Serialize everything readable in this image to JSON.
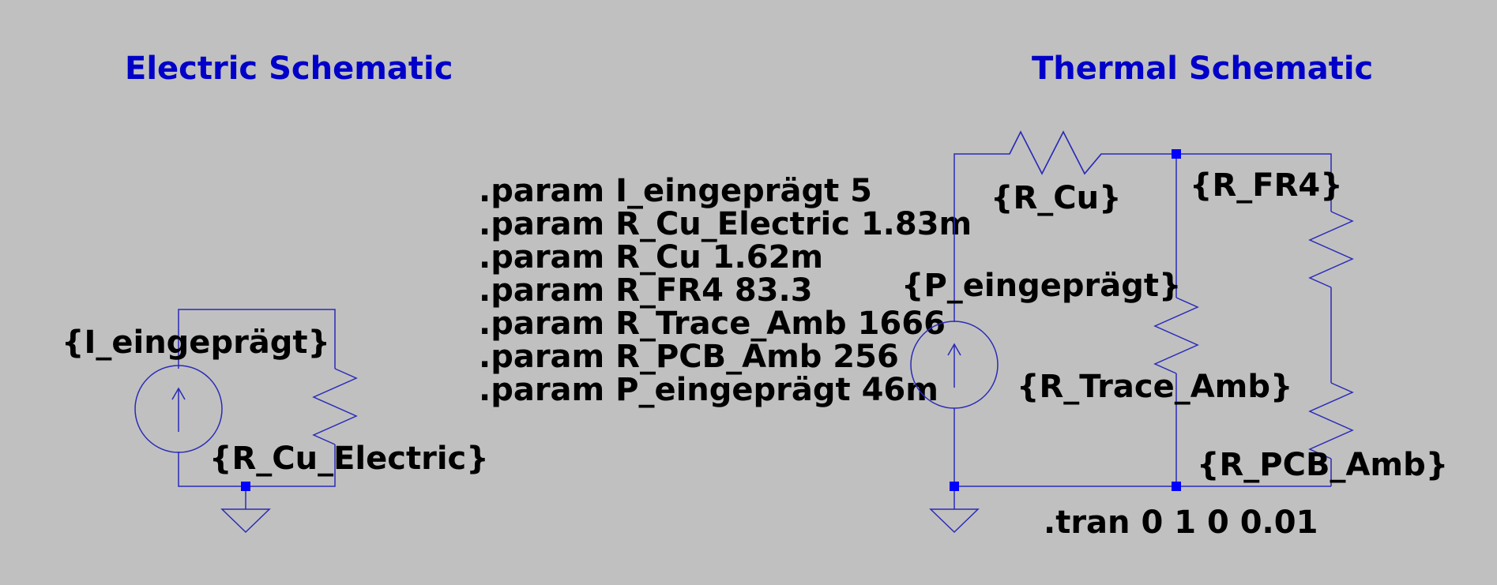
{
  "electric": {
    "title": "Electric Schematic",
    "source_label": "{I_eingeprägt}",
    "resistor_label": "{R_Cu_Electric}"
  },
  "thermal": {
    "title": "Thermal Schematic",
    "r_cu_label": "{R_Cu}",
    "r_fr4_label": "{R_FR4}",
    "source_label": "{P_eingeprägt}",
    "r_trace_label": "{R_Trace_Amb}",
    "r_pcb_label": "{R_PCB_Amb}",
    "tran_directive": ".tran 0 1 0 0.01"
  },
  "params": [
    ".param I_eingeprägt 5",
    ".param R_Cu_Electric 1.83m",
    ".param R_Cu 1.62m",
    ".param R_FR4 83.3",
    ".param R_Trace_Amb 1666",
    ".param R_PCB_Amb 256",
    ".param P_eingeprägt 46m"
  ],
  "colors": {
    "background": "#c0c0c0",
    "wire": "#2b2bb8",
    "title": "#0000c8",
    "node": "#0000ff"
  }
}
